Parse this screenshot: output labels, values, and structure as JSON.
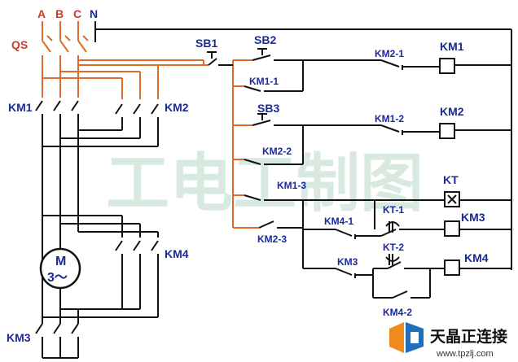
{
  "colors": {
    "power_wire": "#e06a2a",
    "line_wire": "#111111",
    "label": "#1a2a9a",
    "phase_label": "#d03a2a",
    "watermark": "#2e8b57",
    "brand_blue": "#1f6fbf",
    "brand_orange": "#f08a1c"
  },
  "phases": {
    "a": "A",
    "b": "B",
    "c": "C",
    "n": "N"
  },
  "power": {
    "breaker": "QS",
    "contactor_1": "KM1",
    "contactor_2": "KM2",
    "contactor_3": "KM3",
    "contactor_4": "KM4"
  },
  "motor": {
    "label_top": "M",
    "label_bottom": "3～"
  },
  "control": {
    "sb1": "SB1",
    "sb2": "SB2",
    "sb3": "SB3",
    "km1_1": "KM1-1",
    "km2_2": "KM2-2",
    "km1_3": "KM1-3",
    "km2_3": "KM2-3",
    "km2_1": "KM2-1",
    "km1_2": "KM1-2",
    "km4_1": "KM4-1",
    "km3_aux": "KM3",
    "km4_2": "KM4-2",
    "kt_1": "KT-1",
    "kt_2": "KT-2",
    "coil_km1": "KM1",
    "coil_km2": "KM2",
    "coil_kt": "KT",
    "coil_km3": "KM3",
    "coil_km4": "KM4"
  },
  "watermark": "工电工制图",
  "brand": {
    "name": "天晶正连接",
    "url": "www.tpzlj.com"
  }
}
